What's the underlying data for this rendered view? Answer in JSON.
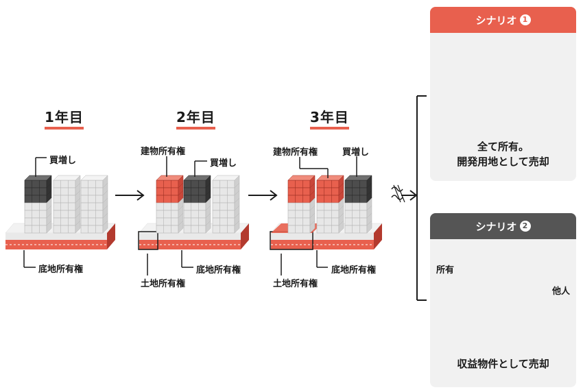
{
  "stages": [
    {
      "year": "1年目",
      "labels": {
        "buy": "買増し",
        "base": "底地所有権"
      }
    },
    {
      "year": "2年目",
      "labels": {
        "building": "建物所有権",
        "buy": "買増し",
        "base": "底地所有権",
        "land": "土地所有権"
      }
    },
    {
      "year": "3年目",
      "labels": {
        "building": "建物所有権",
        "buy": "買増し",
        "base": "底地所有権",
        "land": "土地所有権"
      }
    }
  ],
  "scenarios": [
    {
      "title": "シナリオ",
      "number": "1",
      "caption_line1": "全て所有。",
      "caption_line2": "開発用地として売却"
    },
    {
      "title": "シナリオ",
      "number": "2",
      "caption": "収益物件として売却",
      "label_own": "所有",
      "label_other": "他人"
    }
  ],
  "colors": {
    "red": "#e8604e",
    "dark_red": "#c9473a",
    "gray_bg": "#f1f1f1",
    "dark_gray": "#555555",
    "light_gray": "#e6e6e6"
  }
}
